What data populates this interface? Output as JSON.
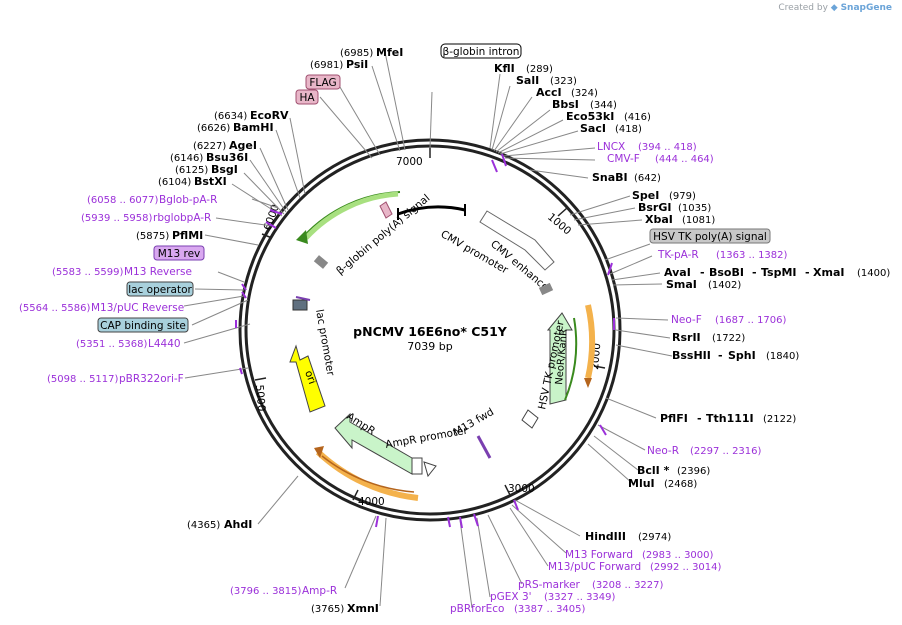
{
  "credit": {
    "prefix": "Created by",
    "brand": "SnapGene"
  },
  "plasmid": {
    "name": "pNCMV 16E6no* C51Y",
    "length": "7039 bp"
  },
  "ticks": [
    "1000",
    "2000",
    "3000",
    "4000",
    "5000",
    "6000",
    "7000"
  ],
  "features": {
    "cmv_enhancer": "CMV enhancer",
    "cmv_promoter": "CMV promoter",
    "hsv_tk_promoter": "HSV TK promoter",
    "neo_kanr": "NeoR/KanR",
    "m13_fwd": "M13 fwd",
    "ampr": "AmpR",
    "ampr_promoter": "AmpR promoter",
    "ori": "ori",
    "lac_promoter": "lac promoter",
    "bglobin_polya": "β-globin poly(A) signal"
  },
  "boxed_labels": {
    "bglobin_intron": "β-globin intron",
    "flag": "FLAG",
    "ha": "HA",
    "hsv_tk_polya": "HSV TK poly(A) signal",
    "m13_rev": "M13 rev",
    "lac_operator": "lac operator",
    "cap_binding_site": "CAP binding site"
  },
  "sites_right": [
    {
      "name": "KflI",
      "pos": "(289)"
    },
    {
      "name": "SalI",
      "pos": "(323)"
    },
    {
      "name": "AccI",
      "pos": "(324)"
    },
    {
      "name": "BbsI",
      "pos": "(344)"
    },
    {
      "name": "Eco53kI",
      "pos": "(416)"
    },
    {
      "name": "SacI",
      "pos": "(418)"
    },
    {
      "name": "SnaBI",
      "pos": "(642)"
    },
    {
      "name": "SpeI",
      "pos": "(979)"
    },
    {
      "name": "BsrGI",
      "pos": "(1035)"
    },
    {
      "name": "XbaI",
      "pos": "(1081)"
    },
    {
      "name": "AvaI",
      "pos": ""
    },
    {
      "name": "BsoBI",
      "pos": ""
    },
    {
      "name": "TspMI",
      "pos": ""
    },
    {
      "name": "XmaI",
      "pos": "(1400)"
    },
    {
      "name": "SmaI",
      "pos": "(1402)"
    },
    {
      "name": "RsrII",
      "pos": "(1722)"
    },
    {
      "name": "BssHII",
      "pos": ""
    },
    {
      "name": "SphI",
      "pos": "(1840)"
    },
    {
      "name": "PflFI",
      "pos": ""
    },
    {
      "name": "Tth111I",
      "pos": "(2122)"
    },
    {
      "name": "BclI *",
      "pos": "(2396)"
    },
    {
      "name": "MluI",
      "pos": "(2468)"
    },
    {
      "name": "HindIII",
      "pos": "(2974)"
    },
    {
      "name": "XmnI",
      "pos": "(3765)"
    },
    {
      "name": "AhdI",
      "pos": "(4365)"
    }
  ],
  "sites_left": [
    {
      "name": "MfeI",
      "pos": "(6985)"
    },
    {
      "name": "PsiI",
      "pos": "(6981)"
    },
    {
      "name": "EcoRV",
      "pos": "(6634)"
    },
    {
      "name": "BamHI",
      "pos": "(6626)"
    },
    {
      "name": "AgeI",
      "pos": "(6227)"
    },
    {
      "name": "Bsu36I",
      "pos": "(6146)"
    },
    {
      "name": "BsgI",
      "pos": "(6125)"
    },
    {
      "name": "BstXI",
      "pos": "(6104)"
    },
    {
      "name": "PflMI",
      "pos": "(5875)"
    }
  ],
  "primers_right": [
    {
      "name": "LNCX",
      "pos": "(394 .. 418)"
    },
    {
      "name": "CMV-F",
      "pos": "(444 .. 464)"
    },
    {
      "name": "TK-pA-R",
      "pos": "(1363 .. 1382)"
    },
    {
      "name": "Neo-F",
      "pos": "(1687 .. 1706)"
    },
    {
      "name": "Neo-R",
      "pos": "(2297 .. 2316)"
    },
    {
      "name": "M13 Forward",
      "pos": "(2983 .. 3000)"
    },
    {
      "name": "M13/pUC Forward",
      "pos": "(2992 .. 3014)"
    },
    {
      "name": "pRS-marker",
      "pos": "(3208 .. 3227)"
    },
    {
      "name": "pGEX 3'",
      "pos": "(3327 .. 3349)"
    },
    {
      "name": "pBRforEco",
      "pos": "(3387 .. 3405)"
    },
    {
      "name": "Amp-R",
      "pos": "(3796 .. 3815)"
    }
  ],
  "primers_left": [
    {
      "name": "Bglob-pA-R",
      "pos": "(6058 .. 6077)"
    },
    {
      "name": "rbglobpA-R",
      "pos": "(5939 .. 5958)"
    },
    {
      "name": "M13 Reverse",
      "pos": "(5583 .. 5599)"
    },
    {
      "name": "M13/pUC Reverse",
      "pos": "(5564 .. 5586)"
    },
    {
      "name": "L4440",
      "pos": "(5351 .. 5368)"
    },
    {
      "name": "pBR322ori-F",
      "pos": "(5098 .. 5117)"
    }
  ]
}
